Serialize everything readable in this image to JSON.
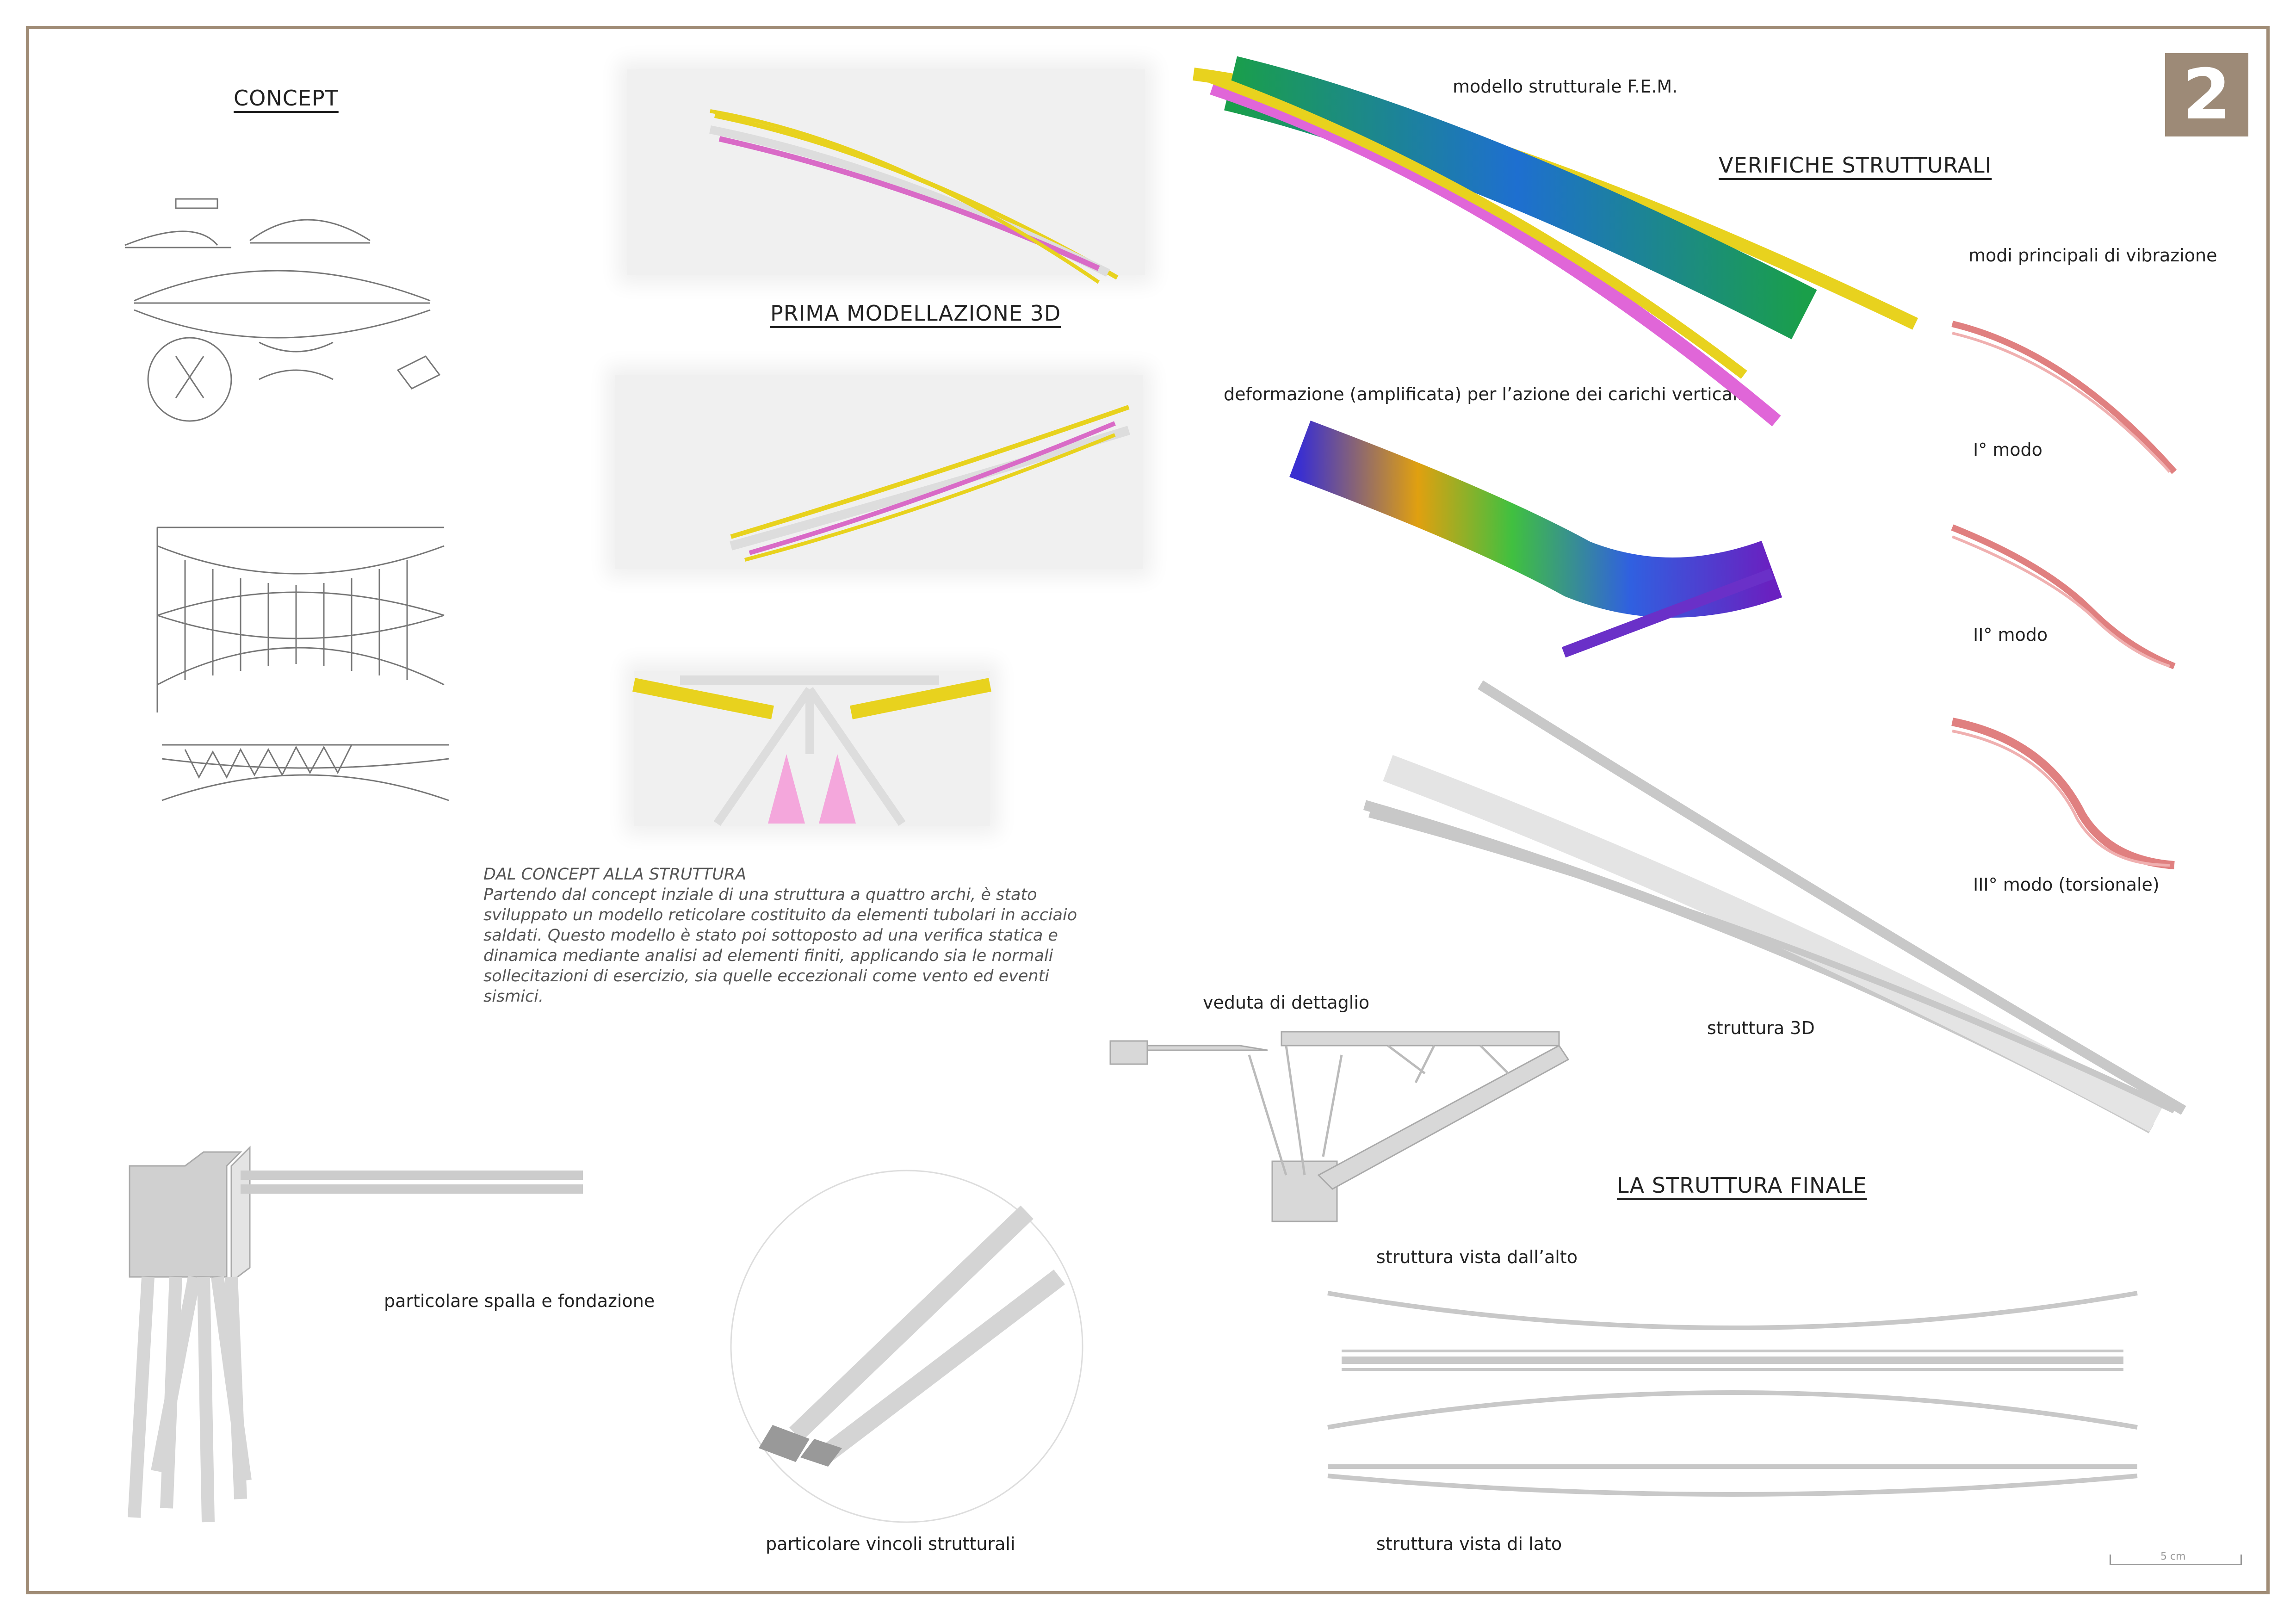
{
  "page_number": "2",
  "headings": {
    "concept": "CONCEPT",
    "prima": "PRIMA MODELLAZIONE 3D",
    "verifiche": "VERIFICHE STRUTTURALI",
    "finale": "LA STRUTTURA FINALE"
  },
  "labels": {
    "fem": "modello strutturale F.E.M.",
    "deformazione": "deformazione (amplificata) per l’azione dei carichi verticali",
    "modi": "modi principali di vibrazione",
    "modo1": "I° modo",
    "modo2": "II° modo",
    "modo3": "III° modo (torsionale)",
    "veduta": "veduta di dettaglio",
    "struttura3d": "struttura 3D",
    "spalla": "particolare spalla e fondazione",
    "vincoli": "particolare vincoli strutturali",
    "alto": "struttura vista dall’alto",
    "lato": "struttura vista di lato"
  },
  "paragraph": {
    "title": "DAL CONCEPT ALLA STRUTTURA",
    "body": "Partendo dal concept inziale di una struttura a quattro archi, è stato sviluppato un modello reticolare costituito da elementi tubolari in acciaio saldati. Questo modello è stato poi sottoposto ad una verifica statica e dinamica mediante analisi ad elementi finiti, applicando sia le normali sollecitazioni di esercizio, sia quelle eccezionali come vento ed eventi sismici."
  },
  "scale_bar": "5 cm",
  "colors": {
    "frame": "#a08c76",
    "badge": "#9d8a77",
    "yellow_arch": "#e8d21e",
    "pink_arch": "#d96bc7"
  }
}
